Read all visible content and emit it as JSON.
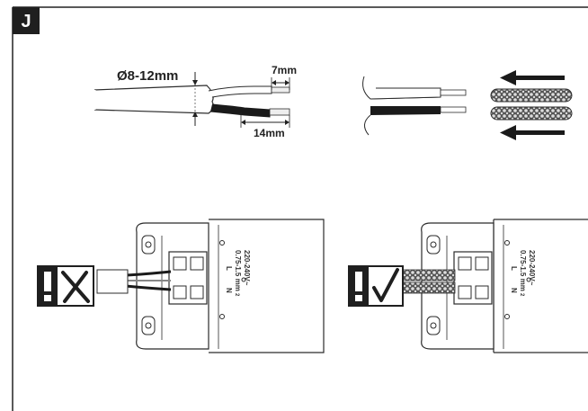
{
  "step_label": "J",
  "cable": {
    "diameter_label": "Ø8-12mm",
    "strip_short_label": "7mm",
    "strip_long_label": "14mm"
  },
  "terminal": {
    "voltage_label": "220-240V~",
    "wire_size_label": "0.75-1.5 mm",
    "wire_size_sup": "2",
    "live_label": "L",
    "neutral_label": "N"
  },
  "examples": [
    {
      "verdict": "incorrect",
      "mark_icon": "cross-icon"
    },
    {
      "verdict": "correct",
      "mark_icon": "check-icon"
    }
  ],
  "colors": {
    "line": "#2b2b2b",
    "badge": "#1f1f1f",
    "sheath_fill": "#ffffff",
    "wire_black": "#1a1a1a"
  }
}
